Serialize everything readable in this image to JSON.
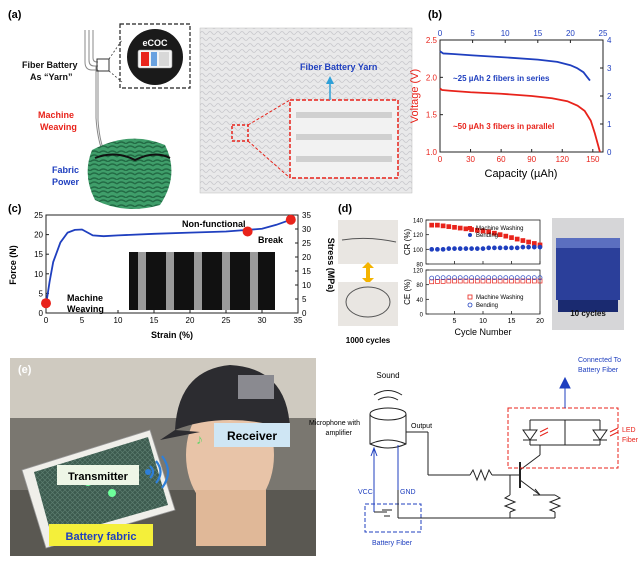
{
  "panel_a": {
    "letter": "(a)",
    "fiber_label_1": "Fiber Battery",
    "fiber_label_2": "As “Yarn”",
    "ecoc": "eCOC",
    "weaving_1": "Machine",
    "weaving_2": "Weaving",
    "fabric_1": "Fabric",
    "fabric_2": "Power",
    "photo_label": "Fiber Battery Yarn",
    "colors": {
      "red": "#e8231b",
      "blue": "#1f3fbf"
    }
  },
  "panel_b": {
    "letter": "(b)",
    "annot_blue": "~25 µAh 2 fibers in series",
    "annot_red": "~50 µAh 3 fibers in parallel"
  },
  "panel_c": {
    "letter": "(c)",
    "label_machine_1": "Machine",
    "label_machine_2": "Weaving",
    "label_nonfunctional": "Non-functional",
    "label_break": "Break"
  },
  "panel_d": {
    "letter": "(d)",
    "label_1000": "1000 cycles",
    "label_10": "10 cycles",
    "xlabel": "Cycle Number",
    "legend_mw": "Machine Washing",
    "legend_bend": "Bending"
  },
  "panel_e": {
    "letter": "(e)",
    "transmitter": "Transmitter",
    "receiver": "Receiver",
    "battery_fabric": "Battery fabric",
    "sound": "Sound",
    "mic_1": "Microphone with",
    "mic_2": "amplifier",
    "output": "Output",
    "vcc": "VCC",
    "gnd": "GND",
    "battery_fiber": "Battery Fiber",
    "connected_1": "Connected To",
    "connected_2": "Battery Fiber",
    "led_1": "LED",
    "led_2": "Fiber"
  },
  "chart_data": [
    {
      "type": "line",
      "panel": "b",
      "xlabel": "Capacity (µAh)",
      "ylabel": "Voltage (V)",
      "xlim": [
        0,
        160
      ],
      "ylim": [
        1.0,
        2.5
      ],
      "xticks": [
        0,
        30,
        60,
        90,
        120,
        150
      ],
      "yticks": [
        1.0,
        1.5,
        2.0,
        2.5
      ],
      "top_xlim": [
        0,
        25
      ],
      "top_xticks": [
        0,
        5,
        10,
        15,
        20,
        25
      ],
      "right_ylim": [
        0,
        4
      ],
      "right_yticks": [
        0,
        1,
        2,
        3,
        4
      ],
      "series": [
        {
          "color": "#e8231b",
          "axis": "bottom-left",
          "x": [
            0,
            2,
            10,
            30,
            60,
            90,
            110,
            125,
            135,
            142,
            148,
            152,
            155,
            157
          ],
          "y": [
            1.85,
            1.83,
            1.82,
            1.8,
            1.78,
            1.75,
            1.72,
            1.68,
            1.62,
            1.55,
            1.42,
            1.25,
            1.1,
            1.0
          ]
        },
        {
          "color": "#1f3fbf",
          "axis": "top-right",
          "x": [
            0,
            0.5,
            2,
            5,
            10,
            15,
            18,
            20,
            21,
            22,
            22.5,
            23
          ],
          "y": [
            3.6,
            3.52,
            3.5,
            3.45,
            3.38,
            3.3,
            3.22,
            3.1,
            3.0,
            2.85,
            2.7,
            2.55
          ]
        }
      ]
    },
    {
      "type": "line",
      "panel": "c",
      "xlabel": "Strain (%)",
      "ylabel": "Force (N)",
      "ylabel_right": "Stress (MPa)",
      "xlim": [
        0,
        35
      ],
      "ylim": [
        0,
        25
      ],
      "xticks": [
        0,
        5,
        10,
        15,
        20,
        25,
        30,
        35
      ],
      "yticks": [
        0,
        5,
        10,
        15,
        20,
        25
      ],
      "right_ylim": [
        0,
        35
      ],
      "right_yticks": [
        0,
        5,
        10,
        15,
        20,
        25,
        30,
        35
      ],
      "series": [
        {
          "color": "#1f3fbf",
          "x": [
            0,
            0.5,
            1,
            2,
            3,
            4,
            5,
            5.8,
            6.5,
            8,
            10,
            15,
            20,
            25,
            28,
            30,
            32,
            34
          ],
          "y": [
            2,
            8,
            13,
            18,
            20.5,
            21.2,
            21.3,
            20.5,
            19.8,
            19.6,
            19.8,
            20.2,
            20.5,
            20.8,
            21.2,
            21.5,
            22.5,
            23.8
          ]
        }
      ],
      "markers": [
        {
          "x": 0,
          "y": 2.5
        },
        {
          "x": 28,
          "y": 20.8
        },
        {
          "x": 34,
          "y": 23.8
        }
      ]
    },
    {
      "type": "scatter",
      "panel": "d-top",
      "ylabel": "CR (%)",
      "xlim": [
        0,
        20
      ],
      "ylim": [
        80,
        140
      ],
      "xticks": [
        5,
        10,
        15,
        20
      ],
      "yticks": [
        80,
        100,
        120,
        140
      ],
      "series": [
        {
          "name": "Machine Washing",
          "color": "#e8231b",
          "marker": "square-filled",
          "x": [
            1,
            2,
            3,
            4,
            5,
            6,
            7,
            8,
            9,
            10,
            11,
            12,
            13,
            14,
            15,
            16,
            17,
            18,
            19,
            20
          ],
          "y": [
            133,
            133,
            132,
            131,
            130,
            129,
            128,
            127,
            126,
            125,
            124,
            122,
            120,
            118,
            116,
            114,
            112,
            110,
            108,
            106
          ]
        },
        {
          "name": "Bending",
          "color": "#1f3fbf",
          "marker": "circle-filled",
          "x": [
            1,
            2,
            3,
            4,
            5,
            6,
            7,
            8,
            9,
            10,
            11,
            12,
            13,
            14,
            15,
            16,
            17,
            18,
            19,
            20
          ],
          "y": [
            100,
            100,
            100,
            101,
            101,
            101,
            101,
            101,
            101,
            101,
            102,
            102,
            102,
            102,
            102,
            102,
            103,
            103,
            103,
            103
          ]
        }
      ]
    },
    {
      "type": "scatter",
      "panel": "d-bottom",
      "ylabel": "CE (%)",
      "xlabel": "Cycle Number",
      "xlim": [
        0,
        20
      ],
      "ylim": [
        0,
        120
      ],
      "xticks": [
        5,
        10,
        15,
        20
      ],
      "yticks": [
        0,
        40,
        80,
        120
      ],
      "series": [
        {
          "name": "Machine Washing",
          "color": "#e8231b",
          "marker": "square-open",
          "x": [
            1,
            2,
            3,
            4,
            5,
            6,
            7,
            8,
            9,
            10,
            11,
            12,
            13,
            14,
            15,
            16,
            17,
            18,
            19,
            20
          ],
          "y": [
            88,
            89,
            89,
            90,
            90,
            90,
            90,
            90,
            90,
            90,
            90,
            90,
            90,
            90,
            90,
            90,
            90,
            90,
            90,
            90
          ]
        },
        {
          "name": "Bending",
          "color": "#1f3fbf",
          "marker": "circle-open",
          "x": [
            1,
            2,
            3,
            4,
            5,
            6,
            7,
            8,
            9,
            10,
            11,
            12,
            13,
            14,
            15,
            16,
            17,
            18,
            19,
            20
          ],
          "y": [
            98,
            99,
            99,
            99,
            99,
            99,
            99,
            99,
            99,
            99,
            99,
            99,
            99,
            99,
            99,
            99,
            99,
            99,
            99,
            99
          ]
        }
      ]
    }
  ]
}
